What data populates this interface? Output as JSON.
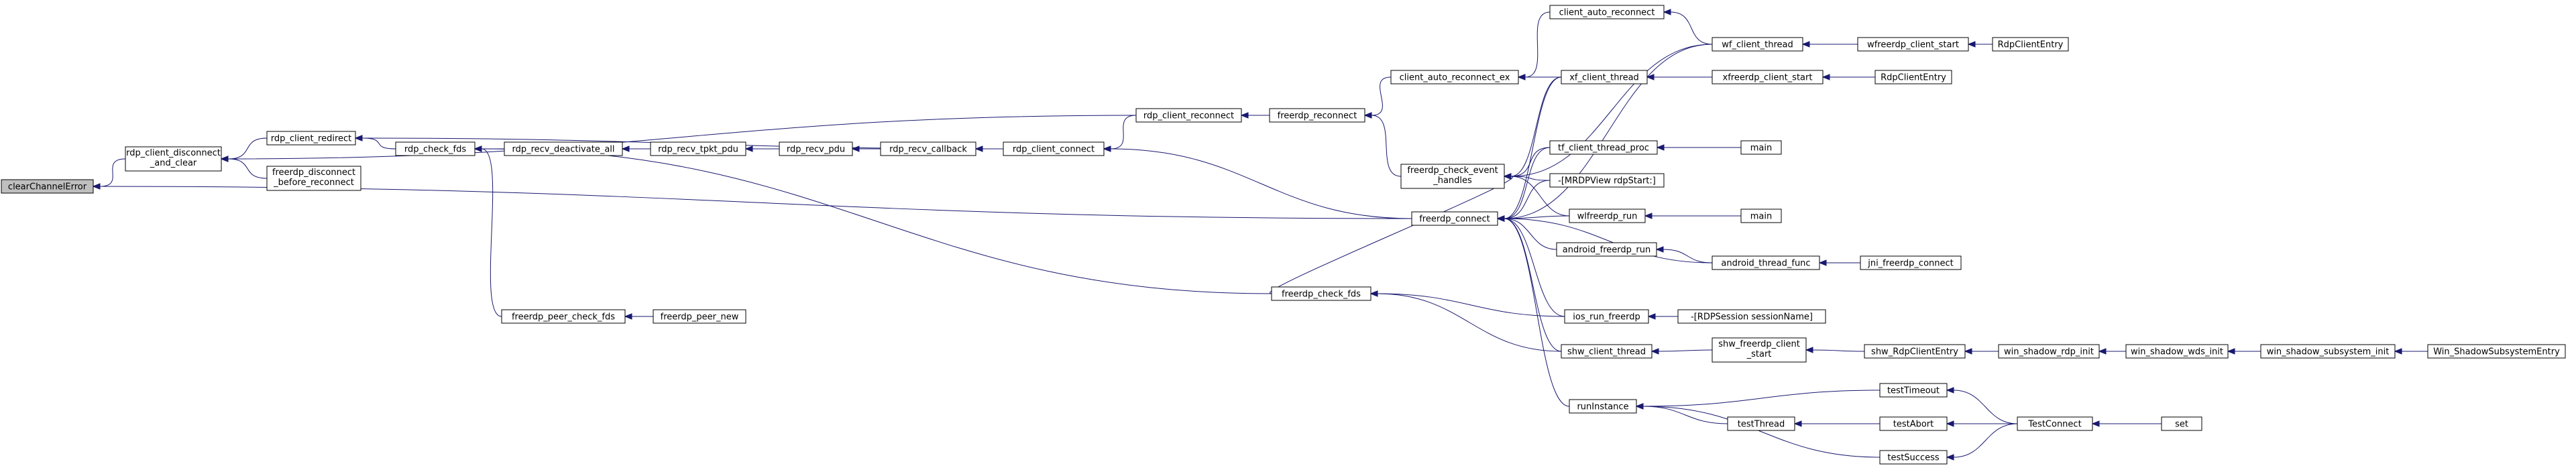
{
  "diagram": {
    "type": "caller-graph",
    "nodes": [
      {
        "id": "clearChannelError",
        "lines": [
          "clearChannelError"
        ],
        "root": true
      },
      {
        "id": "rdp_client_disconnect",
        "lines": [
          "rdp_client_disconnect",
          "_and_clear"
        ]
      },
      {
        "id": "rdp_client_redirect",
        "lines": [
          "rdp_client_redirect"
        ]
      },
      {
        "id": "freerdp_disconnect_before_reconnect",
        "lines": [
          "freerdp_disconnect",
          "_before_reconnect"
        ]
      },
      {
        "id": "rdp_check_fds",
        "lines": [
          "rdp_check_fds"
        ]
      },
      {
        "id": "rdp_recv_deactivate_all",
        "lines": [
          "rdp_recv_deactivate_all"
        ]
      },
      {
        "id": "rdp_recv_tpkt_pdu",
        "lines": [
          "rdp_recv_tpkt_pdu"
        ]
      },
      {
        "id": "rdp_recv_pdu",
        "lines": [
          "rdp_recv_pdu"
        ]
      },
      {
        "id": "rdp_recv_callback",
        "lines": [
          "rdp_recv_callback"
        ]
      },
      {
        "id": "rdp_client_connect",
        "lines": [
          "rdp_client_connect"
        ]
      },
      {
        "id": "rdp_client_reconnect",
        "lines": [
          "rdp_client_reconnect"
        ]
      },
      {
        "id": "freerdp_reconnect",
        "lines": [
          "freerdp_reconnect"
        ]
      },
      {
        "id": "client_auto_reconnect_ex",
        "lines": [
          "client_auto_reconnect_ex"
        ]
      },
      {
        "id": "client_auto_reconnect",
        "lines": [
          "client_auto_reconnect"
        ]
      },
      {
        "id": "freerdp_check_event_handles",
        "lines": [
          "freerdp_check_event",
          "_handles"
        ]
      },
      {
        "id": "freerdp_connect",
        "lines": [
          "freerdp_connect"
        ]
      },
      {
        "id": "freerdp_peer_check_fds",
        "lines": [
          "freerdp_peer_check_fds"
        ]
      },
      {
        "id": "freerdp_peer_new",
        "lines": [
          "freerdp_peer_new"
        ]
      },
      {
        "id": "freerdp_check_fds",
        "lines": [
          "freerdp_check_fds"
        ]
      },
      {
        "id": "wf_client_thread",
        "lines": [
          "wf_client_thread"
        ]
      },
      {
        "id": "wfreerdp_client_start",
        "lines": [
          "wfreerdp_client_start"
        ]
      },
      {
        "id": "RdpClientEntry_1",
        "lines": [
          "RdpClientEntry"
        ]
      },
      {
        "id": "xf_client_thread",
        "lines": [
          "xf_client_thread"
        ]
      },
      {
        "id": "xfreerdp_client_start",
        "lines": [
          "xfreerdp_client_start"
        ]
      },
      {
        "id": "RdpClientEntry_2",
        "lines": [
          "RdpClientEntry"
        ]
      },
      {
        "id": "tf_client_thread_proc",
        "lines": [
          "tf_client_thread_proc"
        ]
      },
      {
        "id": "main_1",
        "lines": [
          "main"
        ]
      },
      {
        "id": "MRDPView_rdpStart",
        "lines": [
          "-[MRDPView rdpStart:]"
        ]
      },
      {
        "id": "wlfreerdp_run",
        "lines": [
          "wlfreerdp_run"
        ]
      },
      {
        "id": "main_2",
        "lines": [
          "main"
        ]
      },
      {
        "id": "android_freerdp_run",
        "lines": [
          "android_freerdp_run"
        ]
      },
      {
        "id": "android_thread_func",
        "lines": [
          "android_thread_func"
        ]
      },
      {
        "id": "jni_freerdp_connect",
        "lines": [
          "jni_freerdp_connect"
        ]
      },
      {
        "id": "ios_run_freerdp",
        "lines": [
          "ios_run_freerdp"
        ]
      },
      {
        "id": "RDPSession_sessionName",
        "lines": [
          "-[RDPSession sessionName]"
        ]
      },
      {
        "id": "shw_client_thread",
        "lines": [
          "shw_client_thread"
        ]
      },
      {
        "id": "shw_freerdp_client_start",
        "lines": [
          "shw_freerdp_client",
          "_start"
        ]
      },
      {
        "id": "shw_RdpClientEntry",
        "lines": [
          "shw_RdpClientEntry"
        ]
      },
      {
        "id": "win_shadow_rdp_init",
        "lines": [
          "win_shadow_rdp_init"
        ]
      },
      {
        "id": "win_shadow_wds_init",
        "lines": [
          "win_shadow_wds_init"
        ]
      },
      {
        "id": "win_shadow_subsystem_init",
        "lines": [
          "win_shadow_subsystem_init"
        ]
      },
      {
        "id": "Win_ShadowSubsystemEntry",
        "lines": [
          "Win_ShadowSubsystemEntry"
        ]
      },
      {
        "id": "runInstance",
        "lines": [
          "runInstance"
        ]
      },
      {
        "id": "testTimeout",
        "lines": [
          "testTimeout"
        ]
      },
      {
        "id": "testThread",
        "lines": [
          "testThread"
        ]
      },
      {
        "id": "testAbort",
        "lines": [
          "testAbort"
        ]
      },
      {
        "id": "testSuccess",
        "lines": [
          "testSuccess"
        ]
      },
      {
        "id": "TestConnect",
        "lines": [
          "TestConnect"
        ]
      },
      {
        "id": "set",
        "lines": [
          "set"
        ]
      }
    ],
    "edges": [
      [
        "rdp_client_disconnect",
        "clearChannelError"
      ],
      [
        "freerdp_connect",
        "clearChannelError"
      ],
      [
        "rdp_client_redirect",
        "rdp_client_disconnect"
      ],
      [
        "freerdp_disconnect_before_reconnect",
        "rdp_client_disconnect"
      ],
      [
        "rdp_client_reconnect",
        "rdp_client_disconnect"
      ],
      [
        "rdp_check_fds",
        "rdp_client_redirect"
      ],
      [
        "rdp_client_connect",
        "rdp_client_redirect"
      ],
      [
        "rdp_recv_deactivate_all",
        "rdp_check_fds"
      ],
      [
        "rdp_client_connect",
        "rdp_check_fds"
      ],
      [
        "freerdp_peer_check_fds",
        "rdp_check_fds"
      ],
      [
        "freerdp_check_fds",
        "rdp_check_fds"
      ],
      [
        "rdp_recv_tpkt_pdu",
        "rdp_recv_deactivate_all"
      ],
      [
        "rdp_recv_pdu",
        "rdp_recv_tpkt_pdu"
      ],
      [
        "rdp_recv_callback",
        "rdp_recv_pdu"
      ],
      [
        "rdp_client_connect",
        "rdp_recv_callback"
      ],
      [
        "rdp_client_reconnect",
        "rdp_client_connect"
      ],
      [
        "freerdp_connect",
        "rdp_client_connect"
      ],
      [
        "freerdp_reconnect",
        "rdp_client_reconnect"
      ],
      [
        "client_auto_reconnect_ex",
        "freerdp_reconnect"
      ],
      [
        "freerdp_check_event_handles",
        "freerdp_reconnect"
      ],
      [
        "client_auto_reconnect",
        "client_auto_reconnect_ex"
      ],
      [
        "xf_client_thread",
        "client_auto_reconnect_ex"
      ],
      [
        "wf_client_thread",
        "client_auto_reconnect"
      ],
      [
        "freerdp_check_fds",
        "freerdp_check_event_handles"
      ],
      [
        "wf_client_thread",
        "freerdp_check_event_handles"
      ],
      [
        "xf_client_thread",
        "freerdp_check_event_handles"
      ],
      [
        "tf_client_thread_proc",
        "freerdp_check_event_handles"
      ],
      [
        "MRDPView_rdpStart",
        "freerdp_check_event_handles"
      ],
      [
        "wlfreerdp_run",
        "freerdp_check_event_handles"
      ],
      [
        "wf_client_thread",
        "freerdp_connect"
      ],
      [
        "xf_client_thread",
        "freerdp_connect"
      ],
      [
        "tf_client_thread_proc",
        "freerdp_connect"
      ],
      [
        "MRDPView_rdpStart",
        "freerdp_connect"
      ],
      [
        "wlfreerdp_run",
        "freerdp_connect"
      ],
      [
        "android_freerdp_run",
        "freerdp_connect"
      ],
      [
        "android_thread_func",
        "freerdp_connect"
      ],
      [
        "ios_run_freerdp",
        "freerdp_connect"
      ],
      [
        "shw_client_thread",
        "freerdp_connect"
      ],
      [
        "runInstance",
        "freerdp_connect"
      ],
      [
        "freerdp_peer_new",
        "freerdp_peer_check_fds"
      ],
      [
        "ios_run_freerdp",
        "freerdp_check_fds"
      ],
      [
        "shw_client_thread",
        "freerdp_check_fds"
      ],
      [
        "wfreerdp_client_start",
        "wf_client_thread"
      ],
      [
        "RdpClientEntry_1",
        "wfreerdp_client_start"
      ],
      [
        "xfreerdp_client_start",
        "xf_client_thread"
      ],
      [
        "RdpClientEntry_2",
        "xfreerdp_client_start"
      ],
      [
        "main_1",
        "tf_client_thread_proc"
      ],
      [
        "main_2",
        "wlfreerdp_run"
      ],
      [
        "android_thread_func",
        "android_freerdp_run"
      ],
      [
        "jni_freerdp_connect",
        "android_thread_func"
      ],
      [
        "RDPSession_sessionName",
        "ios_run_freerdp"
      ],
      [
        "shw_freerdp_client_start",
        "shw_client_thread"
      ],
      [
        "shw_RdpClientEntry",
        "shw_freerdp_client_start"
      ],
      [
        "win_shadow_rdp_init",
        "shw_RdpClientEntry"
      ],
      [
        "win_shadow_wds_init",
        "win_shadow_rdp_init"
      ],
      [
        "win_shadow_subsystem_init",
        "win_shadow_wds_init"
      ],
      [
        "Win_ShadowSubsystemEntry",
        "win_shadow_subsystem_init"
      ],
      [
        "testTimeout",
        "runInstance"
      ],
      [
        "testThread",
        "runInstance"
      ],
      [
        "testSuccess",
        "runInstance"
      ],
      [
        "TestConnect",
        "testTimeout"
      ],
      [
        "testAbort",
        "testThread"
      ],
      [
        "TestConnect",
        "testAbort"
      ],
      [
        "TestConnect",
        "testSuccess"
      ],
      [
        "set",
        "TestConnect"
      ]
    ]
  }
}
